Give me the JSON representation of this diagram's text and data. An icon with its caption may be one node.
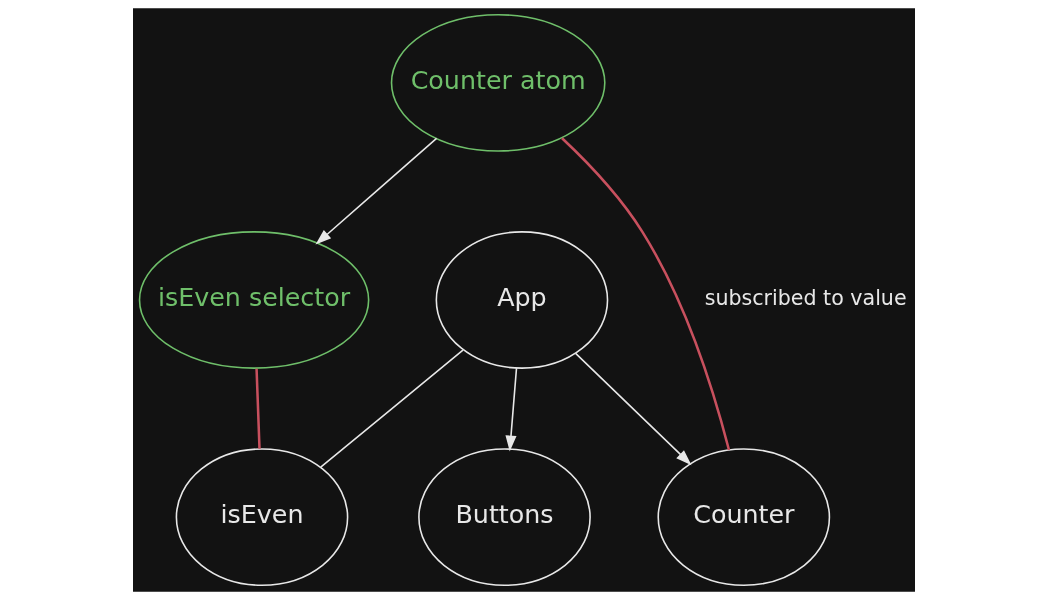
{
  "diagram": {
    "nodes": [
      {
        "text": [
          "App"
        ]
      },
      {
        "text": [
          "Buttons"
        ]
      },
      {
        "text": [
          "Counter"
        ]
      },
      {
        "text": [
          "isEven"
        ]
      },
      {
        "text": [
          "Counter atom"
        ]
      },
      {
        "text": [
          "isEven selector"
        ]
      }
    ],
    "edges": [
      {
        "from": 0,
        "to": 1,
        "arrow": "to"
      },
      {
        "from": 0,
        "to": 2,
        "arrow": "to"
      },
      {
        "from": 0,
        "to": 3,
        "arrow": "none"
      },
      {
        "from": 4,
        "to": 5,
        "arrow": "to"
      },
      {
        "from": 4,
        "to": 2,
        "arrow": "none",
        "label": "subscribed to value",
        "color": "#c8505e"
      },
      {
        "from": 5,
        "to": 3,
        "arrow": "none",
        "color": "#c8505e"
      }
    ]
  }
}
